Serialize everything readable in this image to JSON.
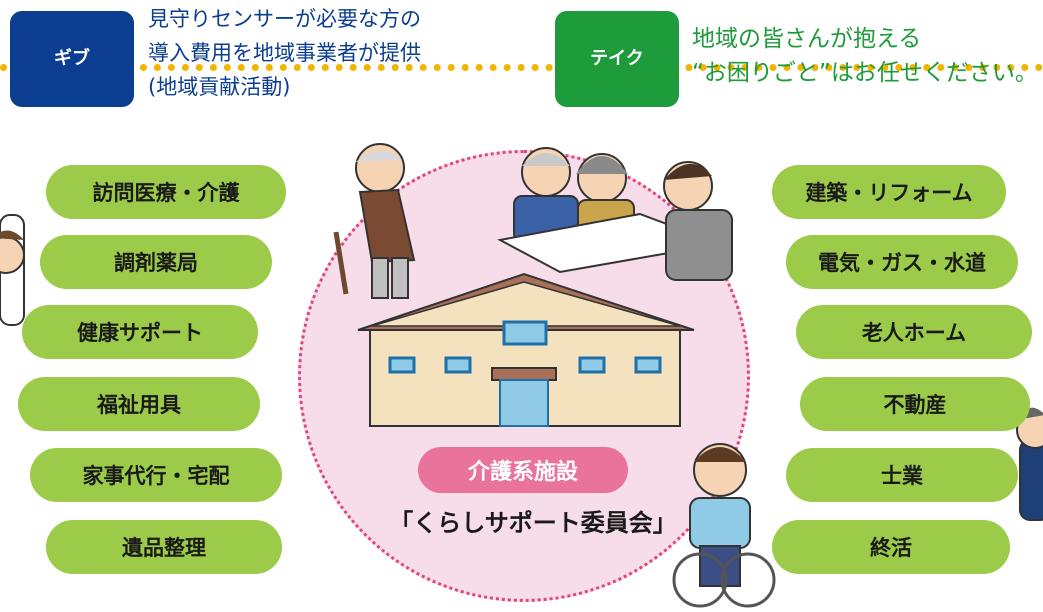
{
  "give": {
    "badge": "ギブ",
    "lines": [
      "見守りセンサーが必要な方の",
      "導入費用を地域事業者が提供",
      "(地域貢献活動)"
    ]
  },
  "take": {
    "badge": "テイク",
    "lines": [
      "地域の皆さんが抱える",
      "“お困りごと”はお任せください。"
    ]
  },
  "left_services": [
    "訪問医療・介護",
    "調剤薬局",
    "健康サポート",
    "福祉用具",
    "家事代行・宅配",
    "遺品整理"
  ],
  "right_services": [
    "建築・リフォーム",
    "電気・ガス・水道",
    "老人ホーム",
    "不動産",
    "士業",
    "終活"
  ],
  "center": {
    "facility_label": "介護系施設",
    "committee_name": "「くらしサポート委員会」"
  },
  "colors": {
    "give_blue": "#0b3d91",
    "take_green": "#1e9b3b",
    "pill_green": "#9ccb4a",
    "pink_circle": "#f7dde9",
    "pink_label": "#e9739b",
    "dotted_yellow": "#f3b400"
  }
}
